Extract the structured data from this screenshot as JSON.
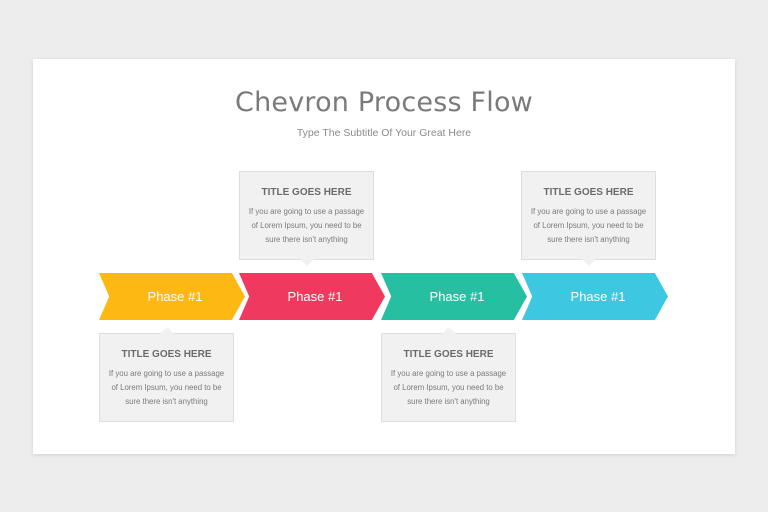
{
  "slide": {
    "title": "Chevron Process Flow",
    "subtitle": "Type The Subtitle Of Your Great Here"
  },
  "phases": [
    {
      "label": "Phase #1",
      "color": "#fdb813"
    },
    {
      "label": "Phase #1",
      "color": "#f0395f"
    },
    {
      "label": "Phase #1",
      "color": "#27bfa2"
    },
    {
      "label": "Phase #1",
      "color": "#3ec7e0"
    }
  ],
  "callouts": [
    {
      "phase": 1,
      "position": "bottom",
      "title": "TITLE GOES HERE",
      "body": "If you are going to use a passage of Lorem Ipsum, you need to be sure there isn't anything"
    },
    {
      "phase": 2,
      "position": "top",
      "title": "TITLE GOES HERE",
      "body": "If you are going to use a passage of Lorem Ipsum, you need to be sure there isn't anything"
    },
    {
      "phase": 3,
      "position": "bottom",
      "title": "TITLE GOES HERE",
      "body": "If you are going to use a passage of Lorem Ipsum, you need to be sure there isn't anything"
    },
    {
      "phase": 4,
      "position": "top",
      "title": "TITLE GOES HERE",
      "body": "If you are going to use a passage of Lorem Ipsum, you need to be sure there isn't anything"
    }
  ]
}
